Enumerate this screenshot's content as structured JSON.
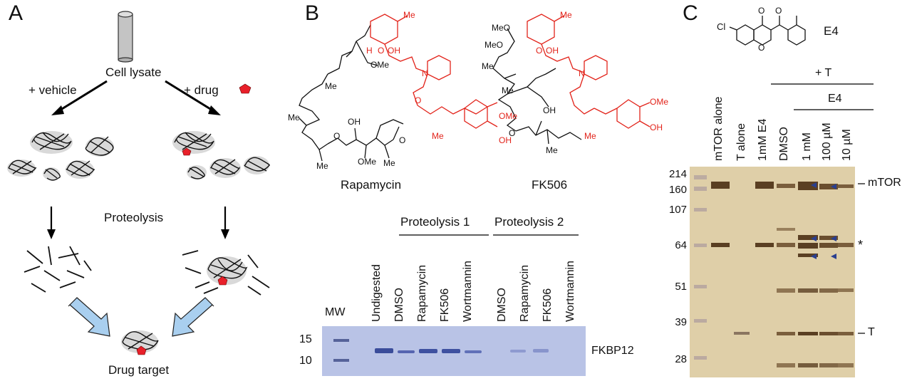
{
  "panel_a": {
    "letter": "A",
    "cell_lysate": "Cell lysate",
    "vehicle": "+ vehicle",
    "drug": "+ drug",
    "proteolysis": "Proteolysis",
    "drug_target": "Drug target",
    "colors": {
      "arrow_fill": "#a9cfef",
      "drug": "#e8202a",
      "tube": "#c4c4c4"
    }
  },
  "panel_b": {
    "letter": "B",
    "rapamycin": "Rapamycin",
    "fk506": "FK506",
    "proteolysis1": "Proteolysis 1",
    "proteolysis2": "Proteolysis 2",
    "mw": "MW",
    "lanes": [
      "Undigested",
      "DMSO",
      "Rapamycin",
      "FK506",
      "Wortmannin",
      "DMSO",
      "Rapamycin",
      "FK506",
      "Wortmannin"
    ],
    "mw_marks": [
      "15",
      "10"
    ],
    "band": "FKBP12",
    "chem_labels": {
      "me": "Me",
      "ome": "OMe",
      "oh": "OH",
      "o": "O",
      "n": "N",
      "h": "H",
      "meo": "MeO"
    },
    "colors": {
      "structure_red": "#e2231a",
      "gel": "#b9c3e6"
    }
  },
  "panel_c": {
    "letter": "C",
    "compound": "E4",
    "cl": "Cl",
    "lanes": [
      "mTOR alone",
      "T alone",
      "1mM E4",
      "DMSO",
      "1 mM",
      "100 µM",
      "10 µM"
    ],
    "plus_t": "+ T",
    "e4_group": "E4",
    "mw_marks": [
      "214",
      "160",
      "107",
      "64",
      "51",
      "39",
      "28"
    ],
    "mtor": "mTOR",
    "t": "T",
    "star": "*",
    "colors": {
      "gel": "#dfcfa8",
      "arrowhead": "#2a3f8f"
    }
  }
}
